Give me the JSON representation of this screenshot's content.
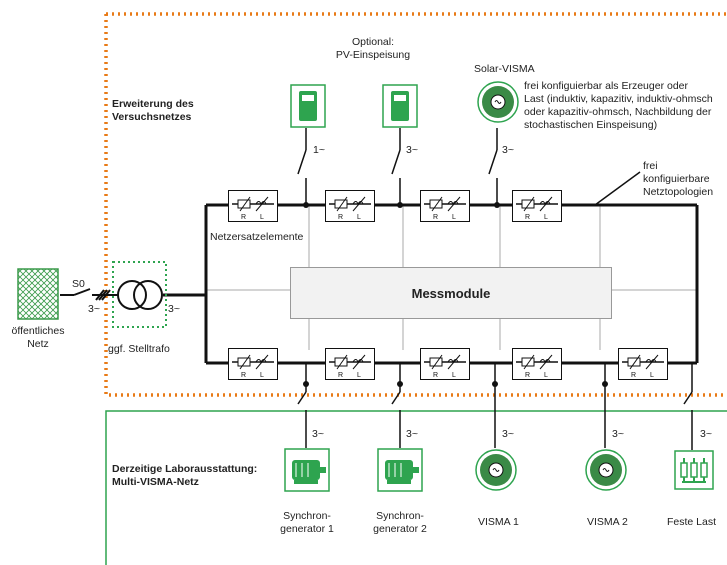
{
  "labels": {
    "expansion_title": "Erweiterung des\nVersuchsnetzes",
    "lab_title": "Derzeitige Laborausstattung:\nMulti-VISMA-Netz",
    "optional_pv": "Optional:\nPV-Einspeisung",
    "solar_visma": "Solar-VISMA",
    "solar_desc": "frei konfiguierbar als Erzeuger oder\nLast (induktiv, kapazitiv, induktiv-ohmsch\noder kapazitiv-ohmsch, Nachbildung der\nstochastischen Einspeisung)",
    "topology_note": "frei konfiguierbare\nNetztopologien",
    "netzersatz": "Netzersatzelemente",
    "messmodule": "Messmodule",
    "public_grid": "öffentliches\nNetz",
    "switch_s0": "S0",
    "stelltrafo": "ggf. Stelltrafo",
    "three_phase": "3~",
    "one_phase": "1~",
    "r_letter": "R",
    "l_letter": "L",
    "sync1": "Synchron-\ngenerator 1",
    "sync2": "Synchron-\ngenerator 2",
    "visma1": "VISMA 1",
    "visma2": "VISMA 2",
    "feste_last": "Feste Last"
  },
  "colors": {
    "orange": "#e87a16",
    "green": "#2ea44f",
    "grid_green": "#3a9a4a",
    "line": "#111111",
    "messmodule_border": "#999999"
  },
  "icons": {
    "pv_unit": "pv-cabinet-icon",
    "visma": "visma-disc-icon",
    "motor": "synchronous-machine-icon",
    "load": "resistor-load-icon",
    "transformer": "transformer-icon"
  }
}
